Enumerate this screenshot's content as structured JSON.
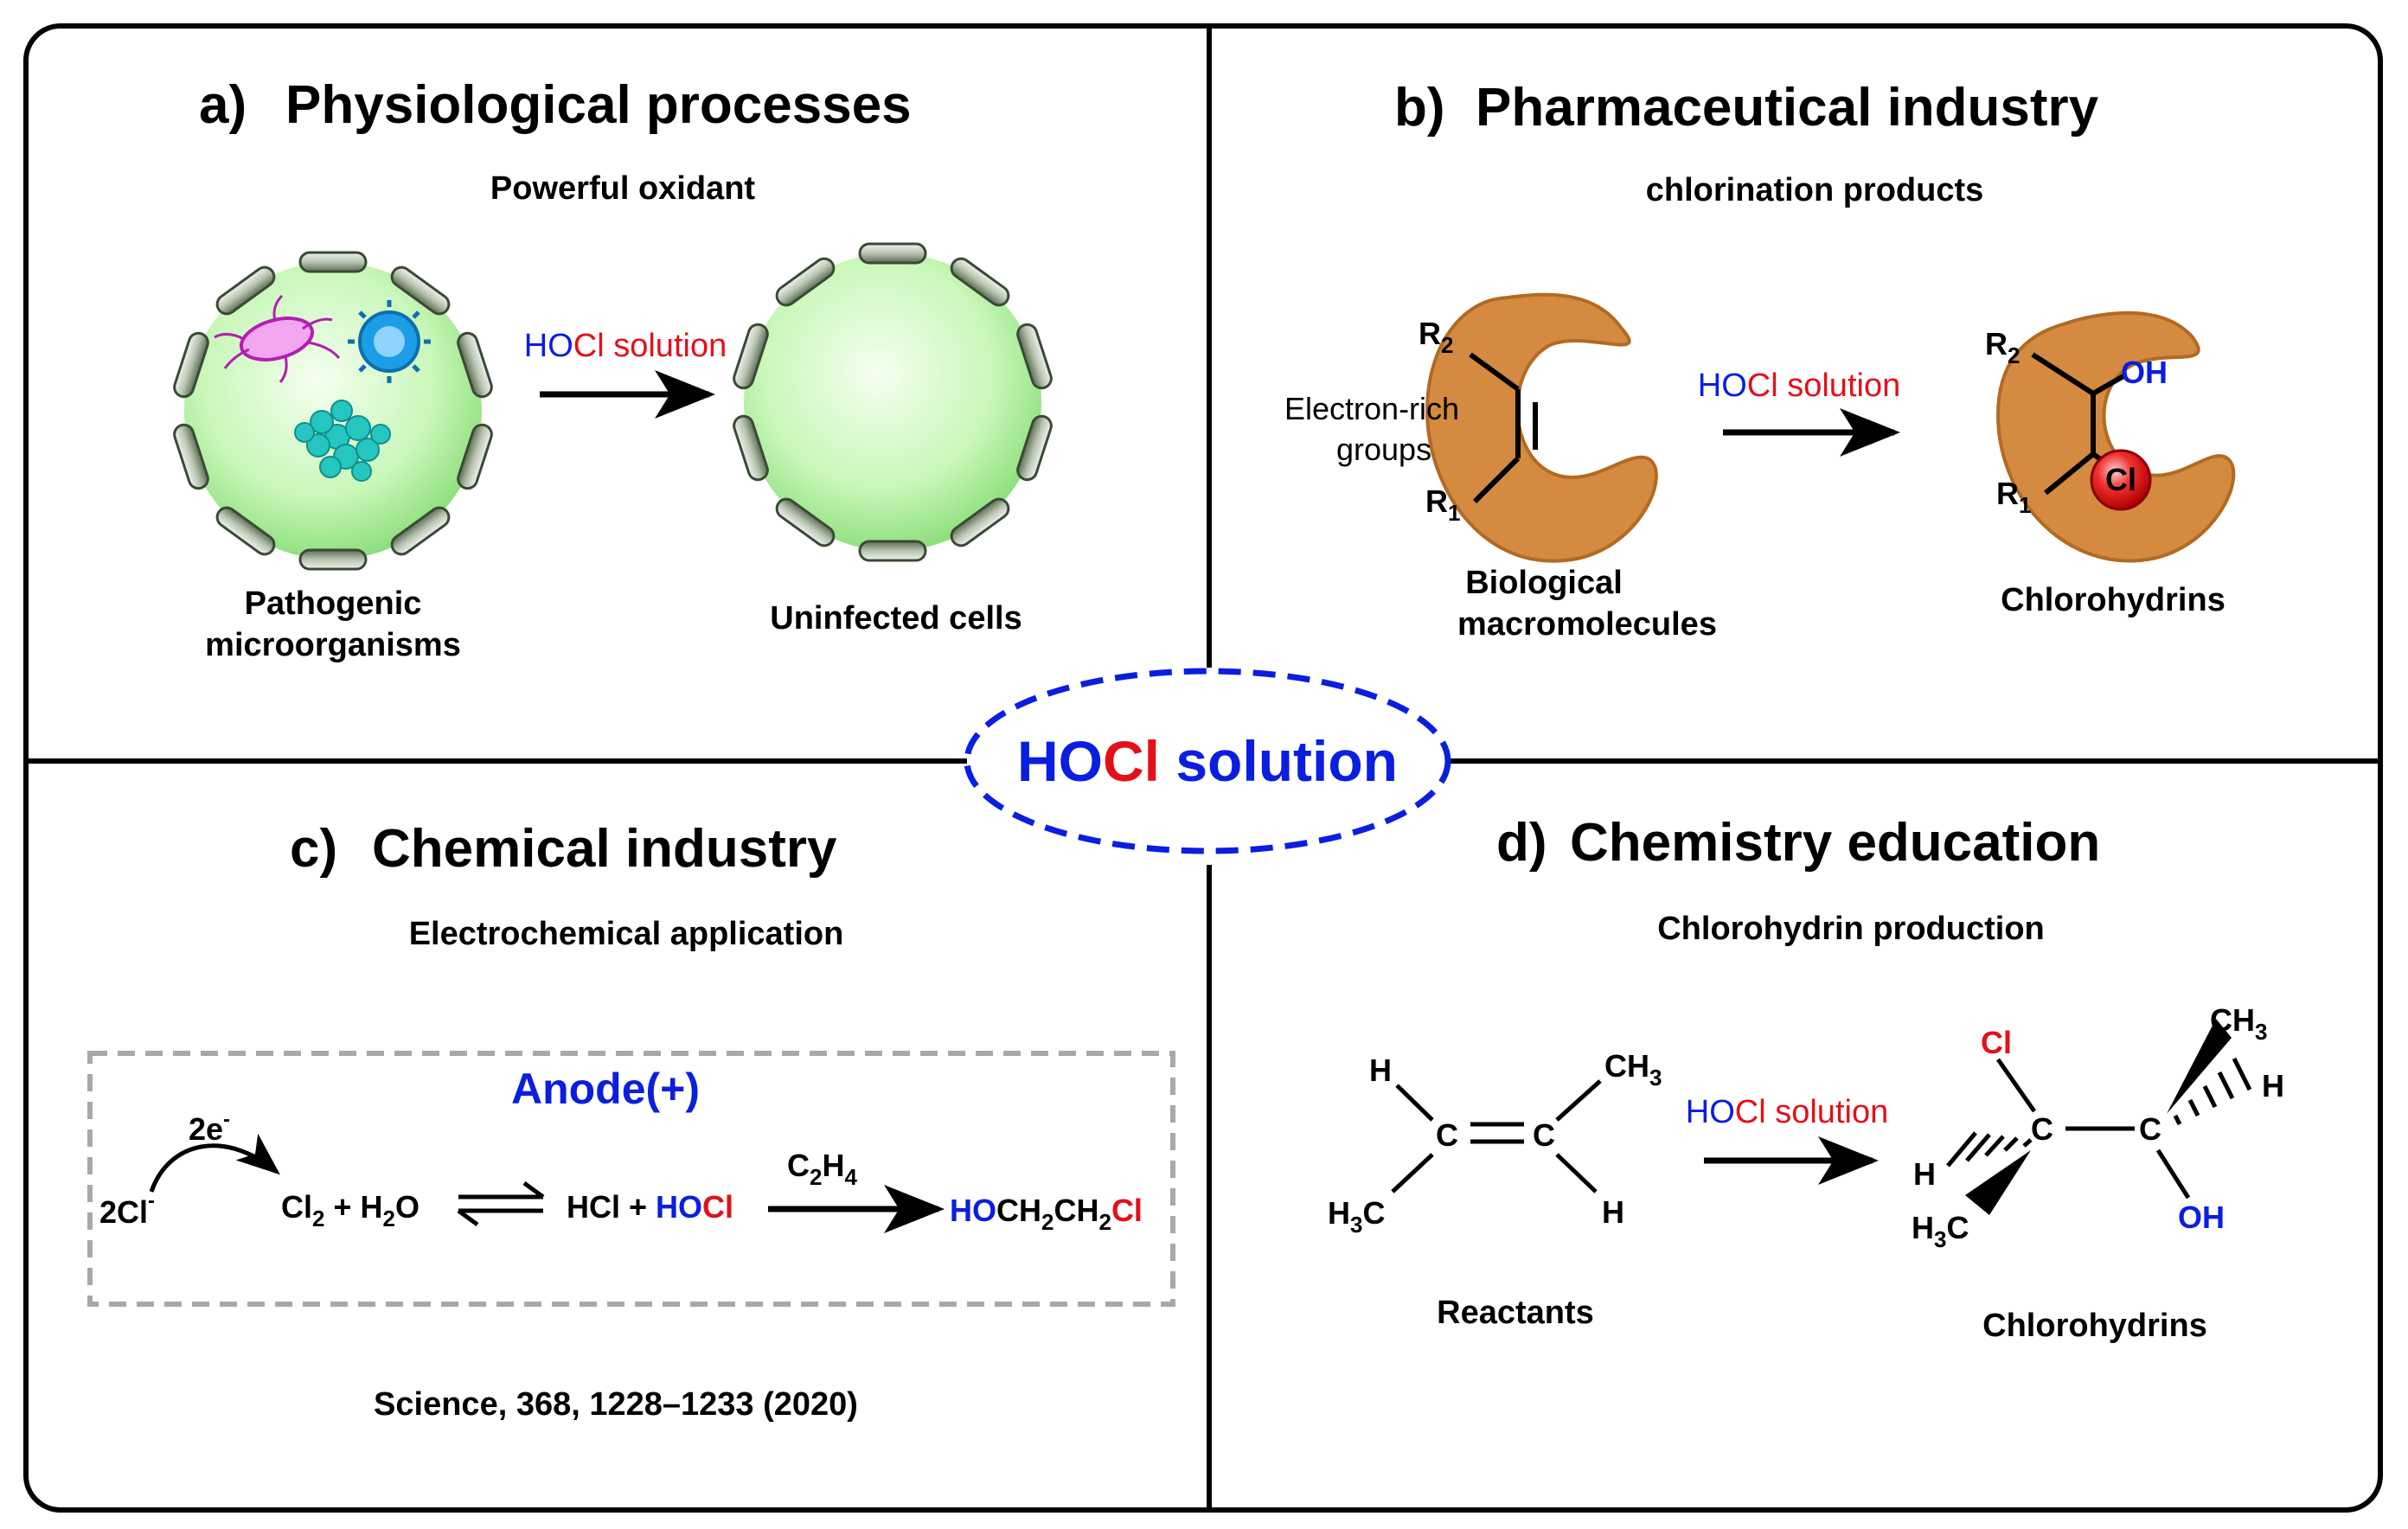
{
  "colors": {
    "blue": "#0a1ee0",
    "red": "#e3101a",
    "cell_fill": "#c9f7b9",
    "macromolecule": "#d48a40",
    "border": "#000000",
    "dash_box": "#a8a8a8"
  },
  "center": {
    "ho": "HO",
    "cl": "Cl",
    "rest": " solution"
  },
  "reagent": {
    "ho": "HO",
    "cl": "Cl",
    "rest": " solution"
  },
  "panel_a": {
    "letter": "a)",
    "title": "Physiological processes",
    "subtitle": "Powerful oxidant",
    "left_label_1": "Pathogenic",
    "left_label_2": "microorganisms",
    "right_label": "Uninfected cells"
  },
  "panel_b": {
    "letter": "b)",
    "title": "Pharmaceutical industry",
    "subtitle": "chlorination products",
    "r2": "R",
    "r2_sub": "2",
    "r1": "R",
    "r1_sub": "1",
    "group_label_1": "Electron-rich",
    "group_label_2": "groups",
    "oh": "OH",
    "cl": "Cl",
    "left_label_1": "Biological",
    "left_label_2": "macromolecules",
    "right_label": "Chlorohydrins"
  },
  "panel_c": {
    "letter": "c)",
    "title": "Chemical industry",
    "subtitle": "Electrochemical application",
    "anode": "Anode(+)",
    "electrons": "2e",
    "electrons_sup": "-",
    "cl_ion": "2Cl",
    "cl_ion_sup": "-",
    "cl2": "Cl",
    "cl2_sub": "2",
    "plus1": " + H",
    "h2o_sub": "2",
    "h2o_o": "O",
    "hcl": "HCl + ",
    "hocl_ho": "HO",
    "hocl_cl": "Cl",
    "ethylene": "C",
    "ethylene_sub1": "2",
    "ethylene_h": "H",
    "ethylene_sub2": "4",
    "product_ho": "HO",
    "product_mid": "CH",
    "product_sub1": "2",
    "product_mid2": "CH",
    "product_sub2": "2",
    "product_cl": "Cl",
    "citation": "Science, 368, 1228–1233 (2020)"
  },
  "panel_d": {
    "letter": "d)",
    "title": "Chemistry education",
    "subtitle": "Chlorohydrin production",
    "h": "H",
    "c": "C",
    "ch3": "CH",
    "ch3_sub": "3",
    "h3c": "H",
    "h3c_sub": "3",
    "h3c_c": "C",
    "cl": "Cl",
    "oh": "OH",
    "left_label": "Reactants",
    "right_label": "Chlorohydrins"
  }
}
